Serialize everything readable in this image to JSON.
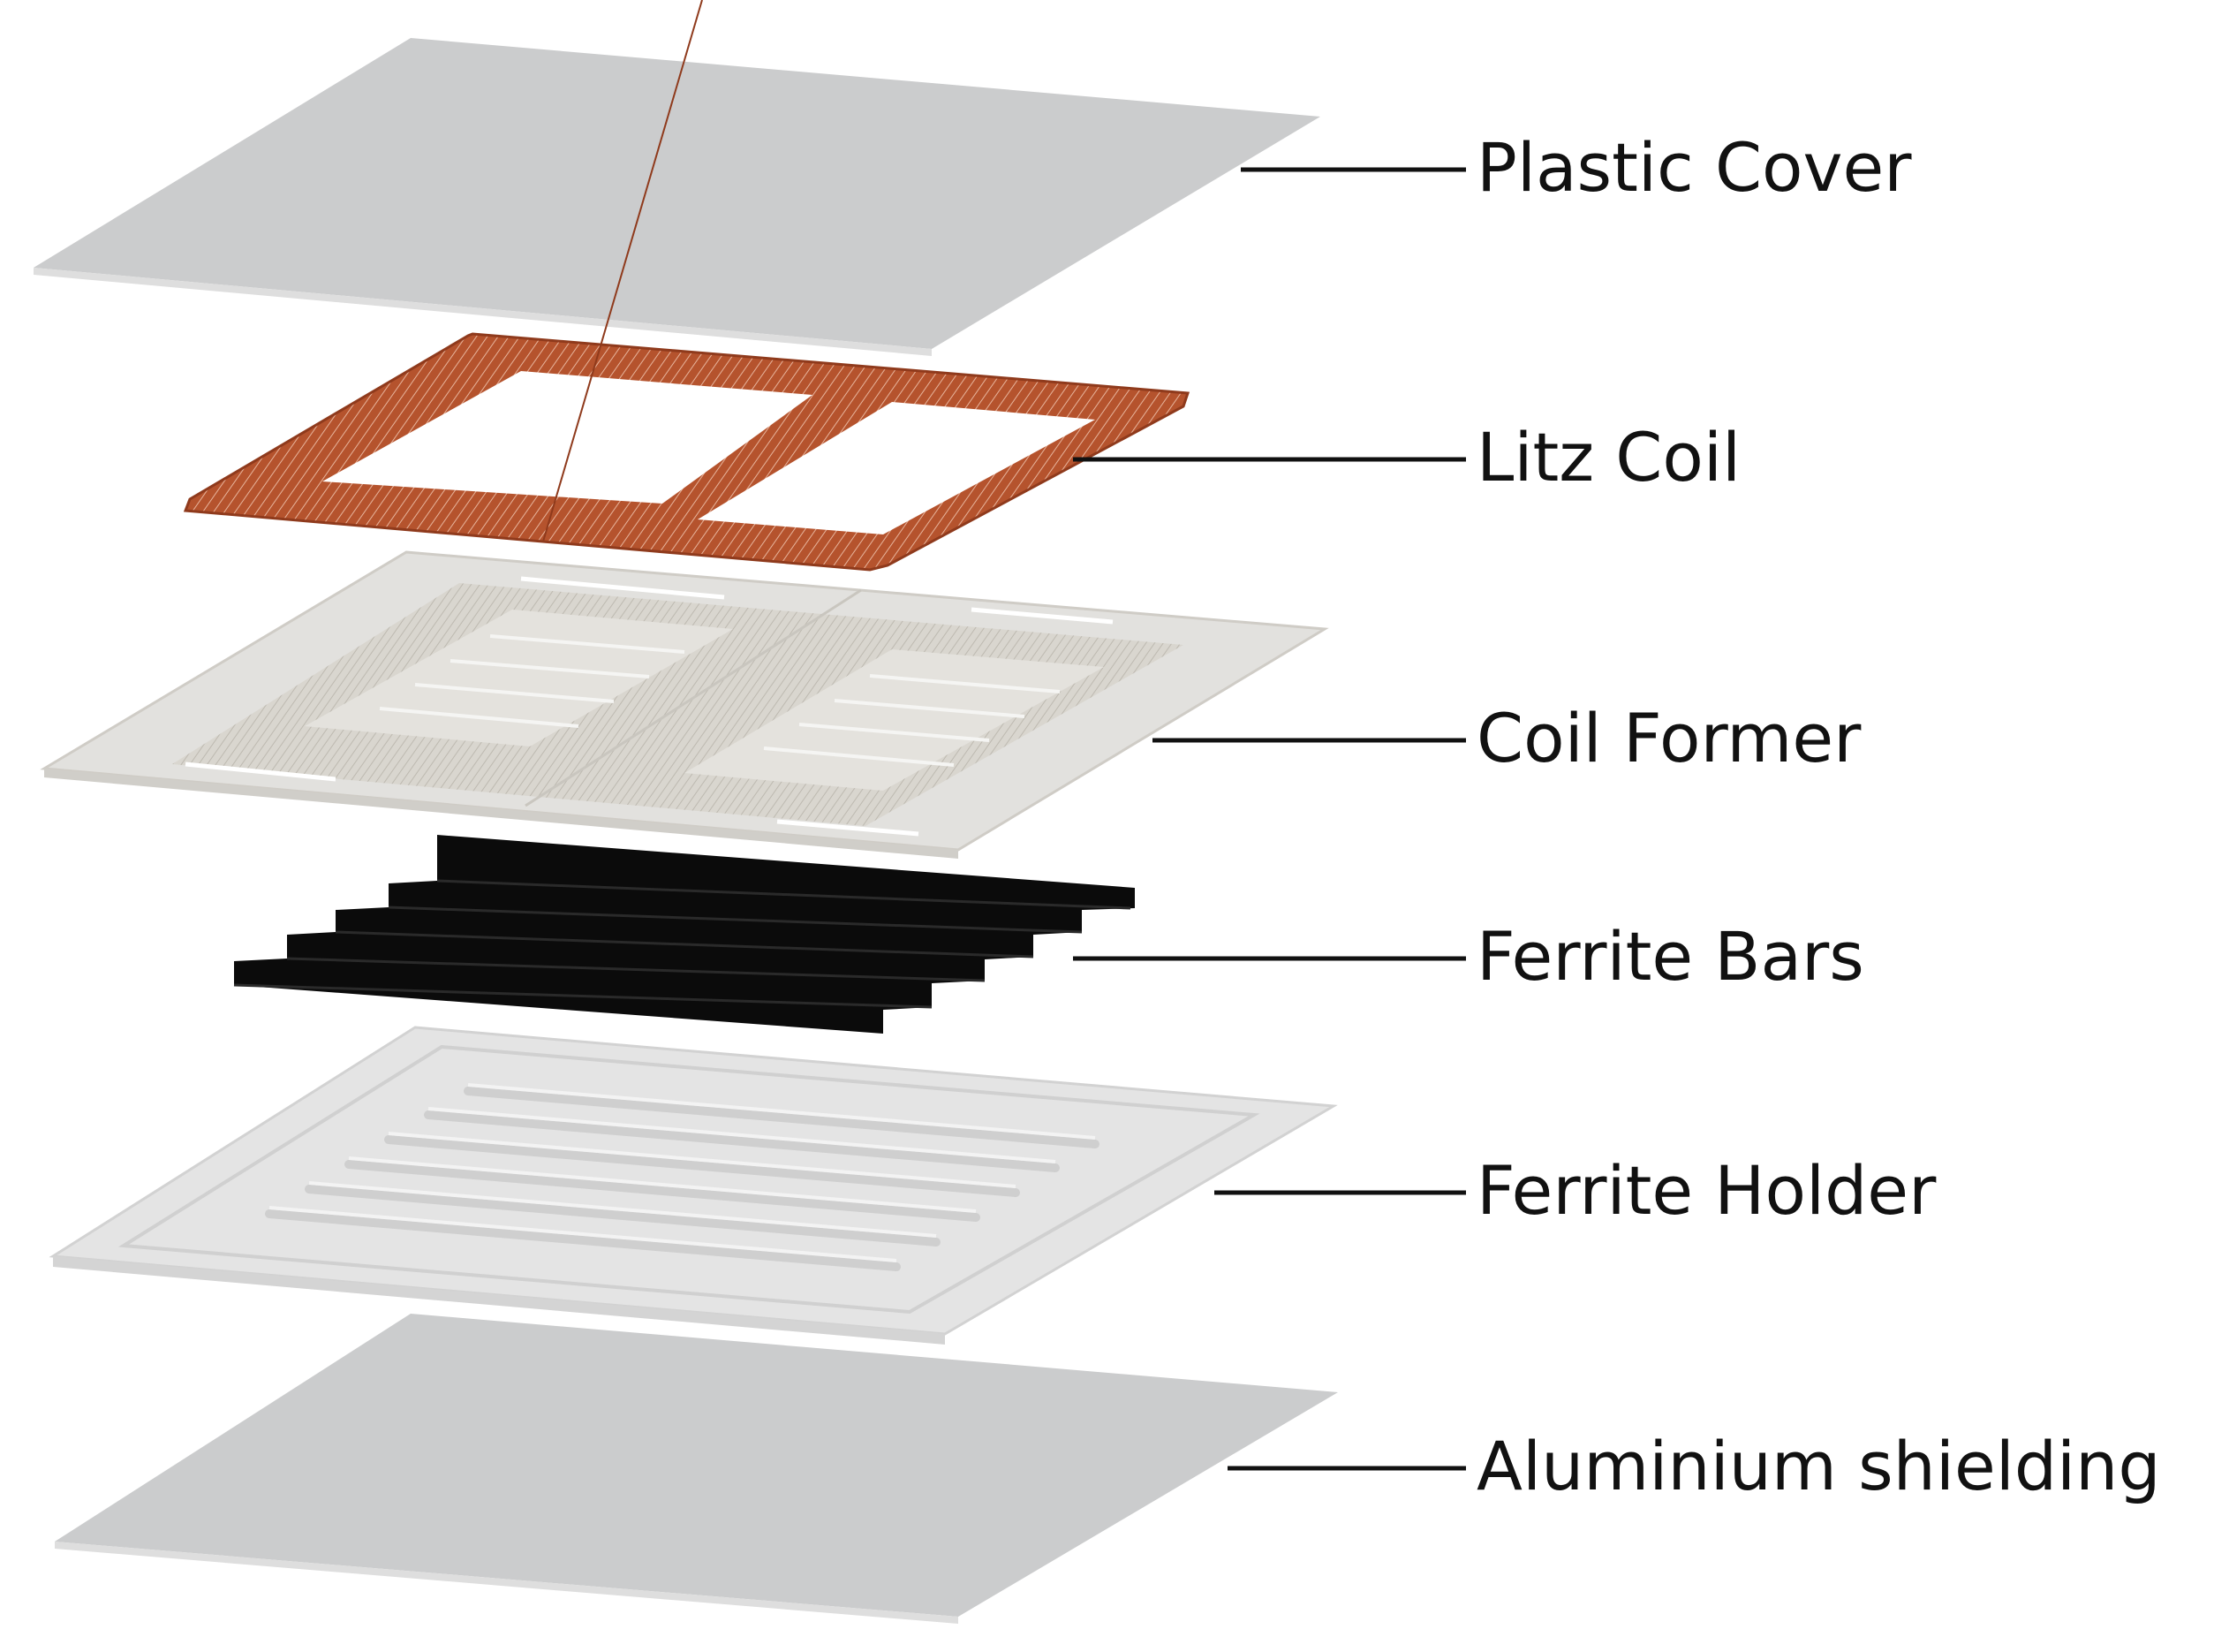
{
  "layers": [
    {
      "id": "plastic-cover",
      "label": "Plastic Cover"
    },
    {
      "id": "litz-coil",
      "label": "Litz Coil"
    },
    {
      "id": "coil-former",
      "label": "Coil Former"
    },
    {
      "id": "ferrite-bars",
      "label": "Ferrite Bars"
    },
    {
      "id": "ferrite-holder",
      "label": "Ferrite Holder"
    },
    {
      "id": "aluminium-shielding",
      "label": "Aluminium shielding"
    }
  ],
  "colors": {
    "plate": "#cbcccd",
    "plate_edge": "#dcdcdc",
    "coil": "#b5532d",
    "coil_dark": "#8f3a1c",
    "former": "#e2e1de",
    "former_groove": "#c9c6bf",
    "ferrite": "#0b0b0b",
    "holder": "#e4e4e4",
    "holder_slot": "#cfcfcf",
    "leader": "#111111"
  }
}
